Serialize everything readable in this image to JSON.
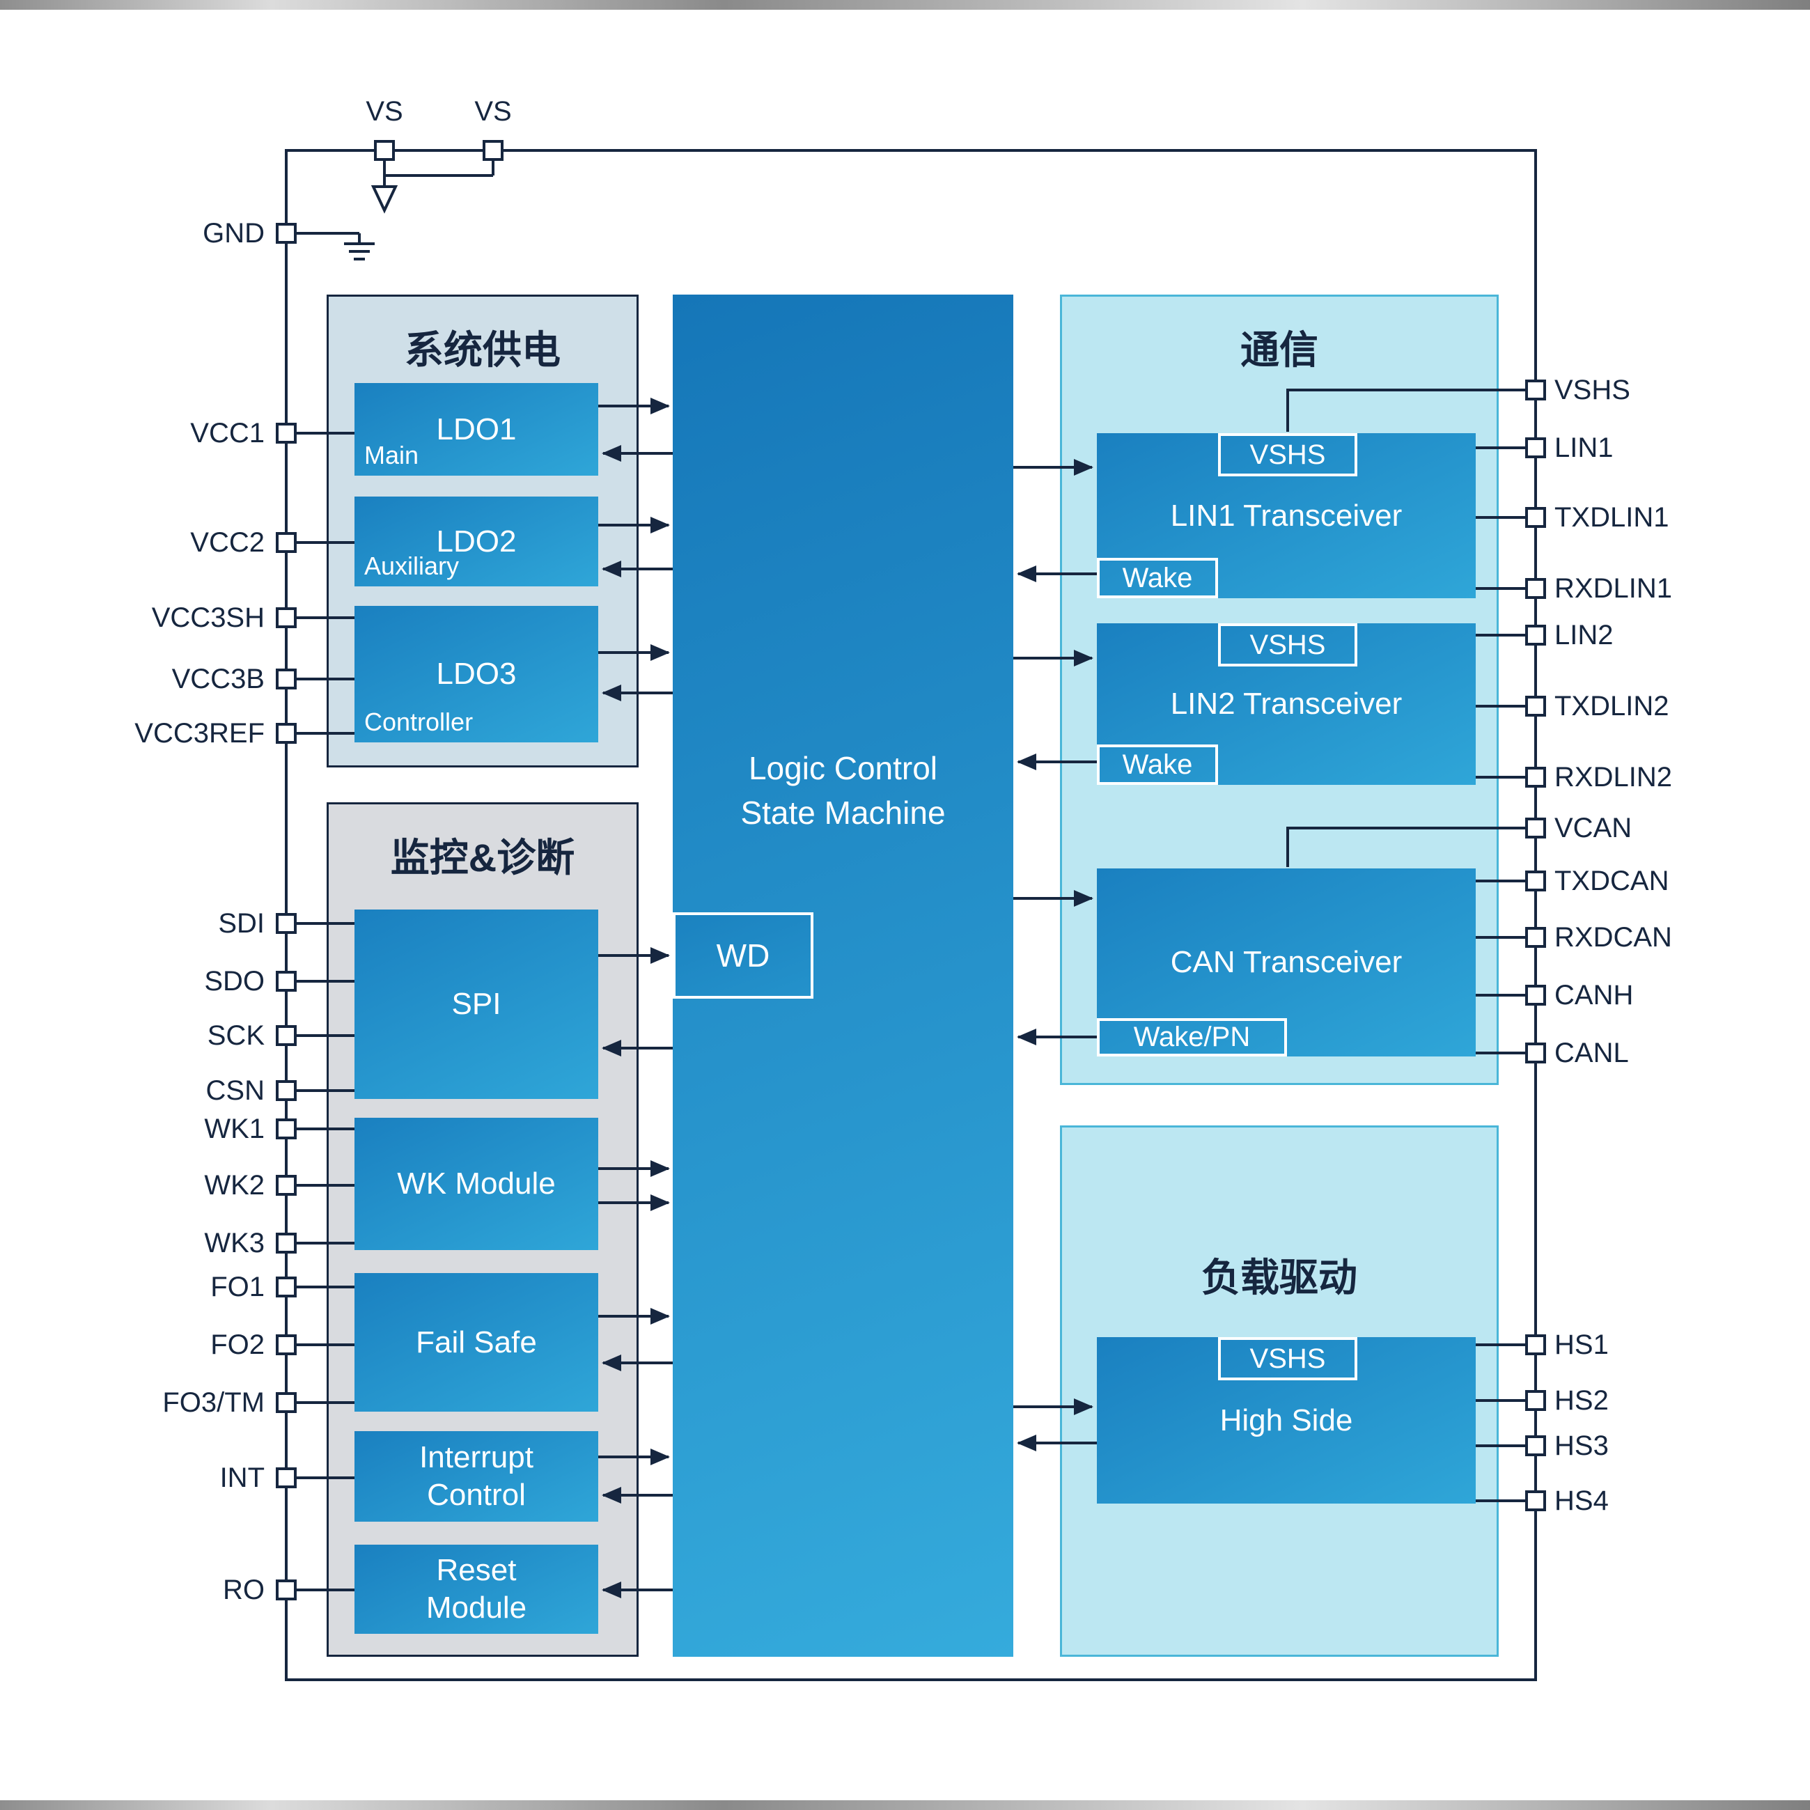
{
  "pins": {
    "top": [
      "VS",
      "VS"
    ],
    "left": [
      "GND",
      "VCC1",
      "VCC2",
      "VCC3SH",
      "VCC3B",
      "VCC3REF",
      "SDI",
      "SDO",
      "SCK",
      "CSN",
      "WK1",
      "WK2",
      "WK3",
      "FO1",
      "FO2",
      "FO3/TM",
      "INT",
      "RO"
    ],
    "right": [
      "VSHS",
      "LIN1",
      "TXDLIN1",
      "RXDLIN1",
      "LIN2",
      "TXDLIN2",
      "RXDLIN2",
      "VCAN",
      "TXDCAN",
      "RXDCAN",
      "CANH",
      "CANL",
      "HS1",
      "HS2",
      "HS3",
      "HS4"
    ]
  },
  "sections": {
    "system_power": {
      "title": "系统供电"
    },
    "monitor": {
      "title": "监控&诊断"
    },
    "communication": {
      "title": "通信"
    },
    "load_drive": {
      "title": "负载驱动"
    }
  },
  "blocks": {
    "ldo1": {
      "label": "LDO1",
      "sub": "Main"
    },
    "ldo2": {
      "label": "LDO2",
      "sub": "Auxiliary"
    },
    "ldo3": {
      "label": "LDO3",
      "sub": "Controller"
    },
    "spi": {
      "label": "SPI"
    },
    "wk_module": {
      "label": "WK Module"
    },
    "fail_safe": {
      "label": "Fail Safe"
    },
    "interrupt_control": {
      "label": "Interrupt Control"
    },
    "reset_module": {
      "label": "Reset Module"
    },
    "logic": {
      "line1": "Logic Control",
      "line2": "State Machine"
    },
    "wd": {
      "label": "WD"
    },
    "lin1": {
      "label": "LIN1 Transceiver",
      "tag": "VSHS",
      "wake": "Wake"
    },
    "lin2": {
      "label": "LIN2 Transceiver",
      "tag": "VSHS",
      "wake": "Wake"
    },
    "can": {
      "label": "CAN Transceiver",
      "wake": "Wake/PN"
    },
    "high_side": {
      "label": "High Side",
      "tag": "VSHS"
    }
  },
  "colors": {
    "ink_navy": "#16263f",
    "block_blue_dark": "#1a80c0",
    "block_blue_light": "#2fa6d8",
    "container_cyan": "#bce7f2",
    "container_cyan_border": "#4ab6d8",
    "container_steel": "#cfdfe8",
    "container_gray": "#d9dbdf"
  }
}
